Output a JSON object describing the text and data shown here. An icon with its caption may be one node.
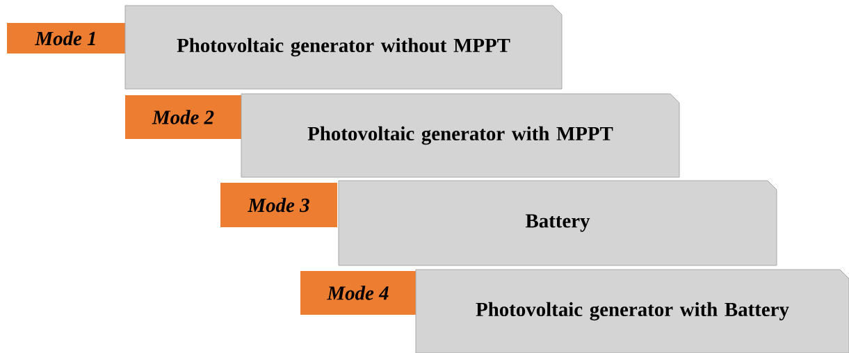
{
  "diagram": {
    "nodes": [
      {
        "text": [
          "Mode 1"
        ]
      },
      {
        "text": [
          "Photovoltaic generator without MPPT"
        ]
      },
      {
        "text": [
          "Mode 2"
        ]
      },
      {
        "text": [
          "Photovoltaic generator with MPPT"
        ]
      },
      {
        "text": [
          "Mode 3"
        ]
      },
      {
        "text": [
          "Battery"
        ]
      },
      {
        "text": [
          "Mode 4"
        ]
      },
      {
        "text": [
          "Photovoltaic generator with Battery"
        ]
      }
    ]
  }
}
